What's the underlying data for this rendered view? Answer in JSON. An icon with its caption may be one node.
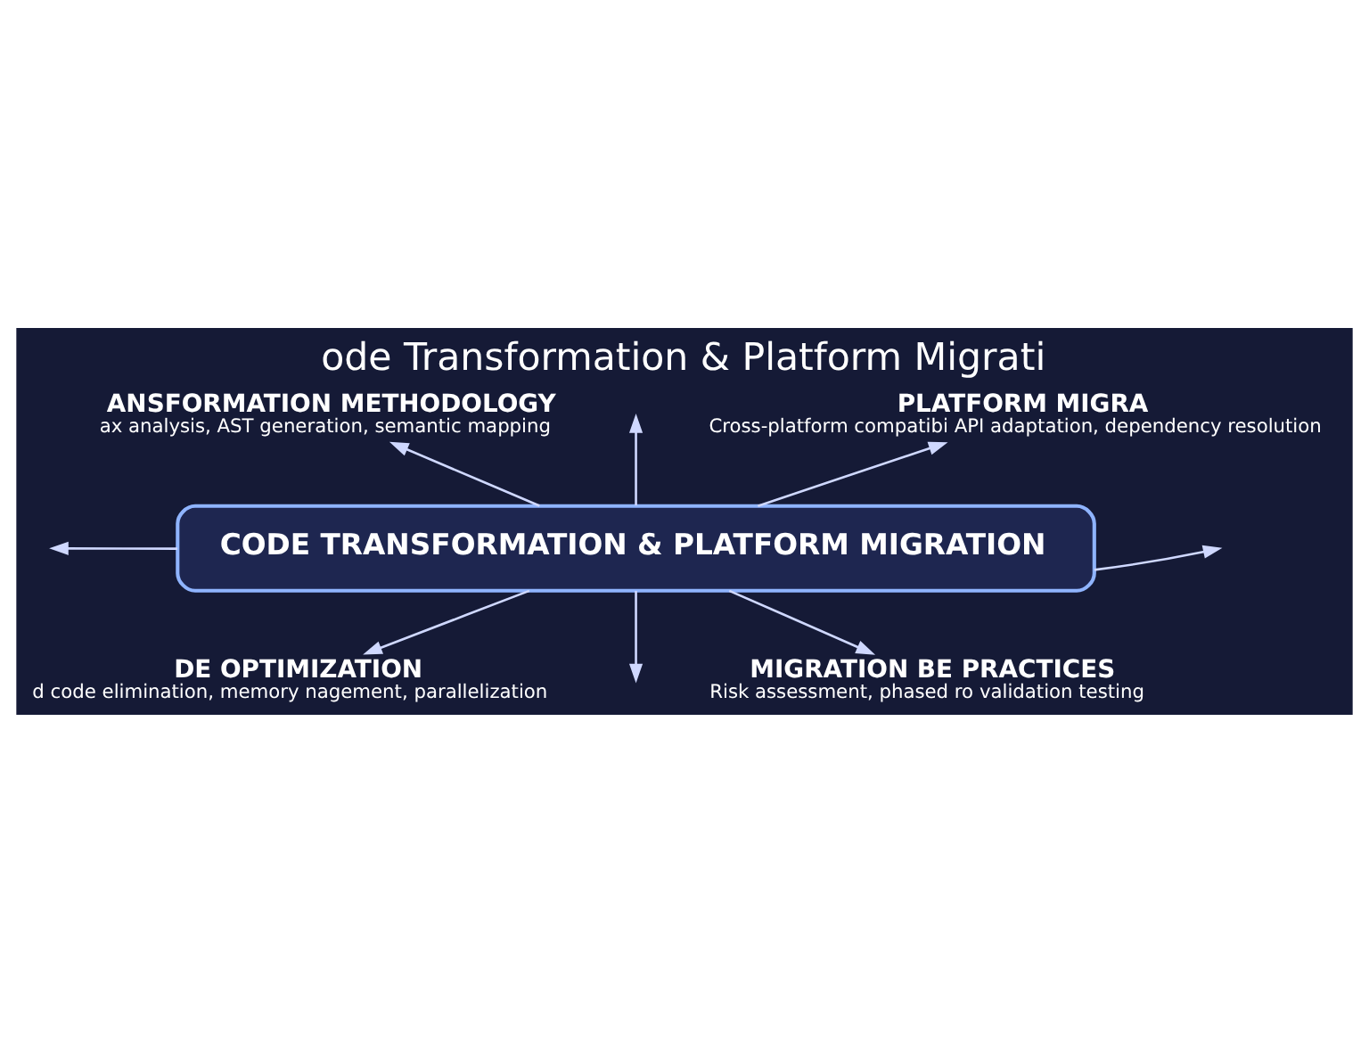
{
  "diagram": {
    "title": "ode Transformation & Platform Migrati",
    "nodes": [
      {
        "text": [
          "ANSFORMATION METHODOLOGY",
          "ax analysis, AST generation, semantic mapping"
        ]
      },
      {
        "text": [
          "PLATFORM MIGRA",
          "Cross-platform compatibi API adaptation, dependency resolution"
        ]
      },
      {
        "text": [
          "CODE TRANSFORMATION & PLATFORM MIGRATION"
        ]
      },
      {
        "text": [
          "DE OPTIMIZATION",
          "d code elimination, memory nagement, parallelization"
        ]
      },
      {
        "text": [
          "MIGRATION BE PRACTICES",
          "Risk assessment, phased ro validation testing"
        ]
      }
    ],
    "edges": [
      {
        "from": 2,
        "to": null,
        "arrow": "to"
      },
      {
        "from": 2,
        "to": null,
        "arrow": "to"
      },
      {
        "from": 2,
        "to": null,
        "arrow": "to"
      },
      {
        "from": 2,
        "to": null,
        "arrow": "to"
      },
      {
        "from": 2,
        "to": 0,
        "arrow": "to"
      },
      {
        "from": 2,
        "to": 1,
        "arrow": "to"
      },
      {
        "from": 2,
        "to": 3,
        "arrow": "to"
      },
      {
        "from": 2,
        "to": 4,
        "arrow": "to"
      }
    ]
  }
}
